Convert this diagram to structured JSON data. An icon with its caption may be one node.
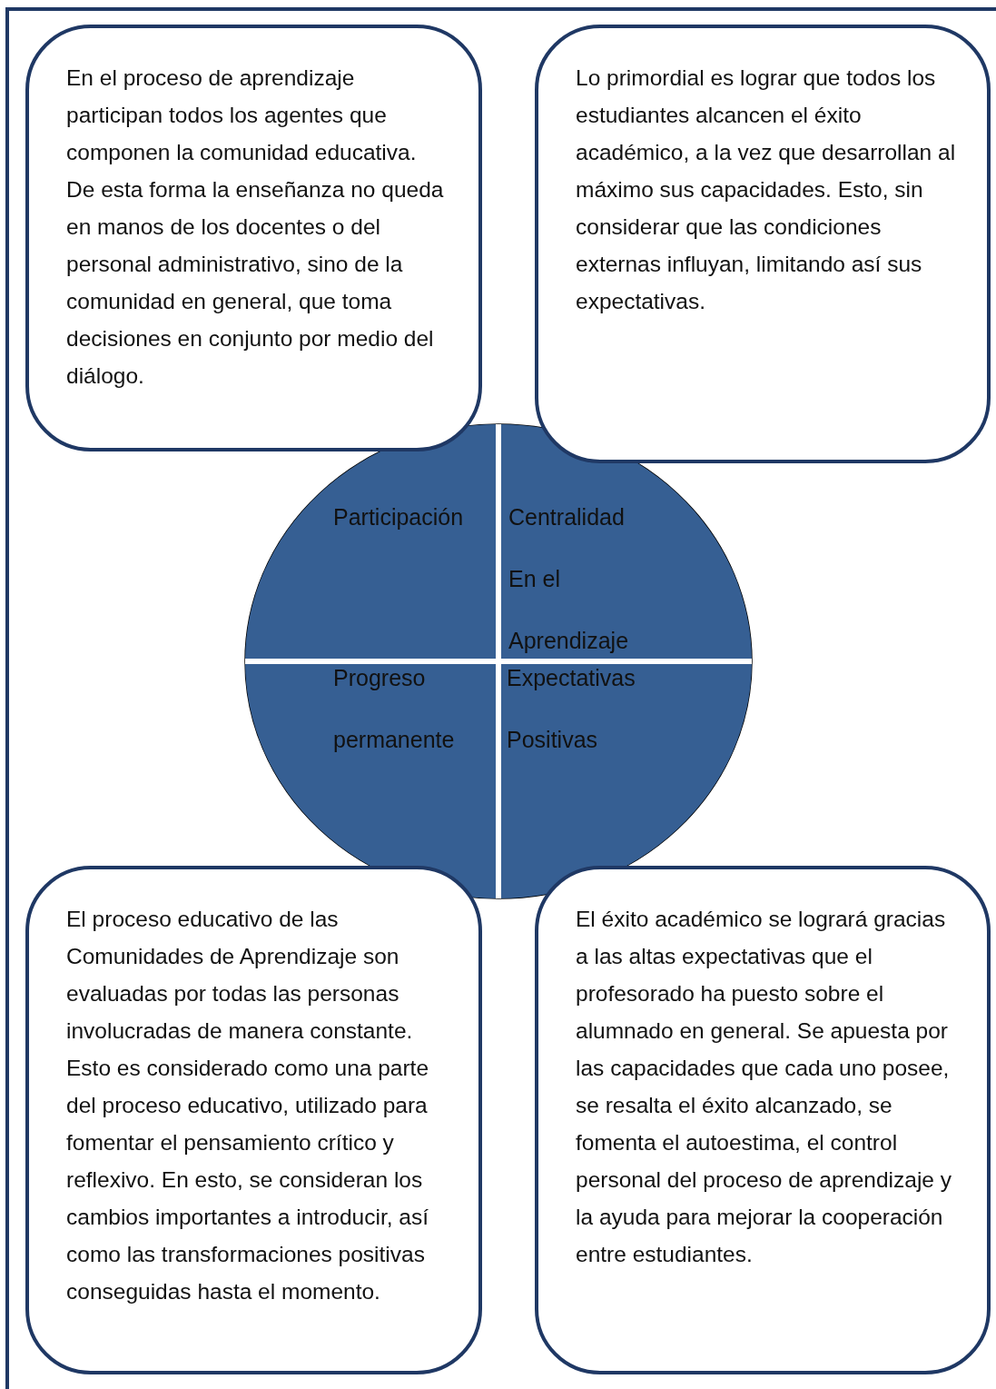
{
  "diagram": {
    "nodes": [
      {
        "text": [
          "En el proceso de aprendizaje participan todos los agentes que componen la comunidad educativa. De esta forma la enseñanza no queda en manos de los docentes o del personal administrativo, sino de la comunidad en general, que toma decisiones en conjunto por medio del diálogo."
        ]
      },
      {
        "text": [
          "Lo primordial es lograr que todos los estudiantes alcancen el éxito académico, a la vez que desarrollan al máximo sus capacidades. Esto, sin considerar que las condiciones externas influyan, limitando así sus expectativas."
        ]
      },
      {
        "text": [],
        "shape": "circle"
      },
      {
        "text": [
          "Participación"
        ],
        "in": 2
      },
      {
        "text": [
          "Centralidad En el Aprendizaje"
        ],
        "in": 2
      },
      {
        "text": [
          "Progreso permanente"
        ],
        "in": 2
      },
      {
        "text": [
          "Expectativas Positivas"
        ],
        "in": 2
      },
      {
        "text": [
          "El proceso educativo de las Comunidades de Aprendizaje son evaluadas por todas las personas involucradas de manera constante. Esto es considerado como una parte del proceso educativo, utilizado para fomentar el pensamiento crítico y reflexivo. En esto, se consideran los cambios importantes a introducir, así como las transformaciones positivas conseguidas hasta el momento."
        ]
      },
      {
        "text": [
          "El éxito académico se logrará gracias a las altas expectativas que el profesorado ha puesto sobre el alumnado en general. Se apuesta por las capacidades que cada uno posee, se resalta el éxito alcanzado, se fomenta el autoestima, el control personal del proceso de aprendizaje y la ayuda para mejorar la cooperación entre estudiantes."
        ]
      }
    ],
    "edges": []
  }
}
